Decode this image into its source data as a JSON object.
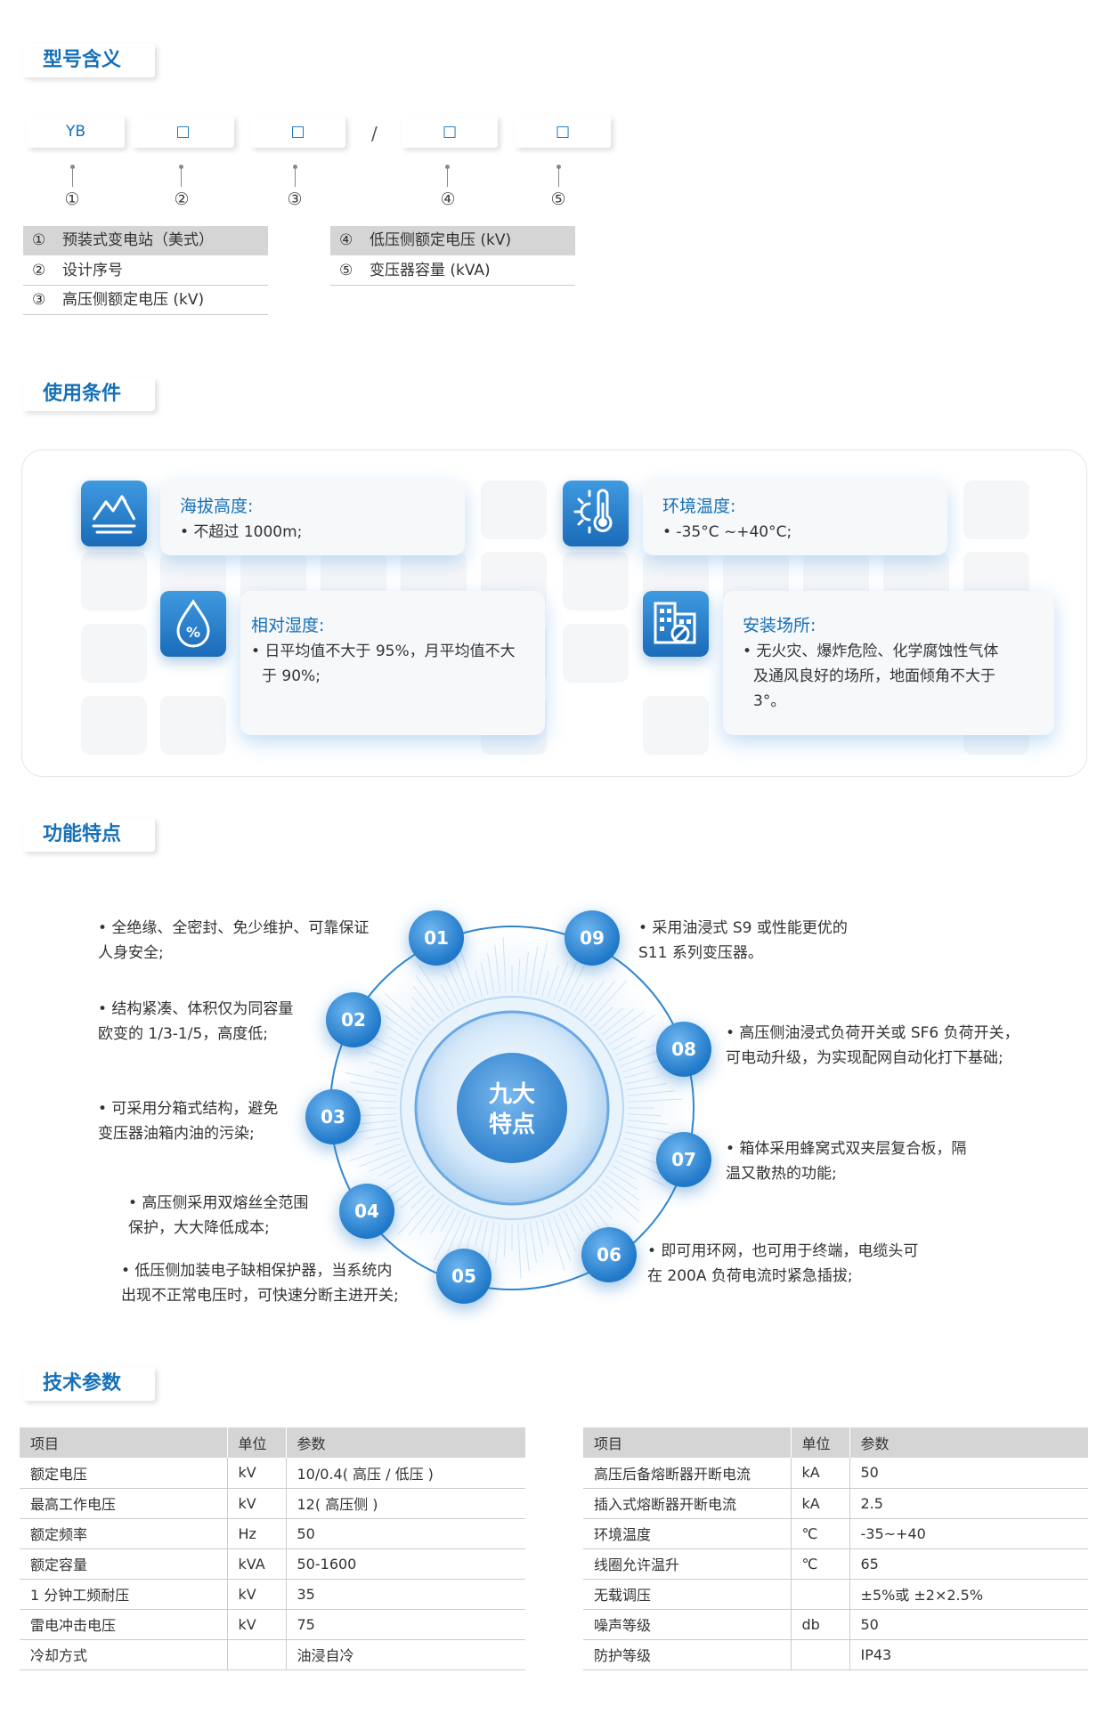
{
  "sections": {
    "model": "型号含义",
    "conditions": "使用条件",
    "features": "功能特点",
    "params": "技术参数"
  },
  "model": {
    "codes": [
      "YB",
      "□",
      "□",
      "/",
      "□",
      "□"
    ],
    "markers": [
      "①",
      "②",
      "③",
      "④",
      "⑤"
    ],
    "legend_left": [
      {
        "n": "①",
        "t": "预装式变电站（美式）"
      },
      {
        "n": "②",
        "t": "设计序号"
      },
      {
        "n": "③",
        "t": "高压侧额定电压 (kV)"
      }
    ],
    "legend_right": [
      {
        "n": "④",
        "t": "低压侧额定电压 (kV)"
      },
      {
        "n": "⑤",
        "t": "变压器容量 (kVA)"
      }
    ]
  },
  "conditions": {
    "altitude": {
      "title": "海拔高度:",
      "text": "• 不超过 1000m;",
      "icon": "mountain-icon"
    },
    "temperature": {
      "title": "环境温度:",
      "text": "• -35°C ~+40°C;",
      "icon": "thermometer-sun-icon"
    },
    "humidity": {
      "title": "相对湿度:",
      "text1": "• 日平均值不大于 95%，月平均值不大",
      "text2": "于 90%;",
      "icon": "droplet-percent-icon"
    },
    "location": {
      "title": "安装场所:",
      "text1": "• 无火灾、爆炸危险、化学腐蚀性气体",
      "text2": "及通风良好的场所，地面倾角不大于",
      "text3": "3°。",
      "icon": "building-tool-icon"
    }
  },
  "features": {
    "center1": "九大",
    "center2": "特点",
    "items": [
      {
        "num": "01",
        "l1": "• 全绝缘、全密封、免少维护、可靠保证",
        "l2": "人身安全;"
      },
      {
        "num": "02",
        "l1": "• 结构紧凑、体积仅为同容量",
        "l2": "欧变的 1/3-1/5，高度低;"
      },
      {
        "num": "03",
        "l1": "• 可采用分箱式结构，避免",
        "l2": "变压器油箱内油的污染;"
      },
      {
        "num": "04",
        "l1": "• 高压侧采用双熔丝全范围",
        "l2": "保护，大大降低成本;"
      },
      {
        "num": "05",
        "l1": "• 低压侧加装电子缺相保护器，当系统内",
        "l2": "出现不正常电压时，可快速分断主进开关;"
      },
      {
        "num": "06",
        "l1": "• 即可用环网，也可用于终端，电缆头可",
        "l2": "在 200A 负荷电流时紧急插拔;"
      },
      {
        "num": "07",
        "l1": "• 箱体采用蜂窝式双夹层复合板，隔",
        "l2": "温又散热的功能;"
      },
      {
        "num": "08",
        "l1": "• 高压侧油浸式负荷开关或 SF6 负荷开关，",
        "l2": "可电动升级，为实现配网自动化打下基础;"
      },
      {
        "num": "09",
        "l1": "• 采用油浸式 S9 或性能更优的",
        "l2": "S11 系列变压器。"
      }
    ]
  },
  "params": {
    "headers": [
      "项目",
      "单位",
      "参数"
    ],
    "left": [
      [
        "额定电压",
        "kV",
        "10/0.4( 高压 / 低压 )"
      ],
      [
        "最高工作电压",
        "kV",
        "12( 高压侧 )"
      ],
      [
        "额定频率",
        "Hz",
        "50"
      ],
      [
        "额定容量",
        "kVA",
        " 50-1600"
      ],
      [
        "1 分钟工频耐压",
        "kV",
        " 35"
      ],
      [
        "雷电冲击电压",
        "kV",
        " 75"
      ],
      [
        "冷却方式",
        "",
        "油浸自冷"
      ]
    ],
    "right": [
      [
        "高压后备熔断器开断电流",
        "kA",
        "50"
      ],
      [
        "插入式熔断器开断电流",
        "kA",
        " 2.5"
      ],
      [
        "环境温度",
        "℃",
        "-35~+40"
      ],
      [
        "线圈允许温升",
        "℃",
        " 65"
      ],
      [
        "无载调压",
        "",
        "±5%或 ±2×2.5%"
      ],
      [
        "噪声等级",
        "db",
        "50"
      ],
      [
        "防护等级",
        "",
        " IP43"
      ]
    ]
  },
  "colors": {
    "accent": "#1570b8",
    "header_gray": "#d5d5d5"
  }
}
